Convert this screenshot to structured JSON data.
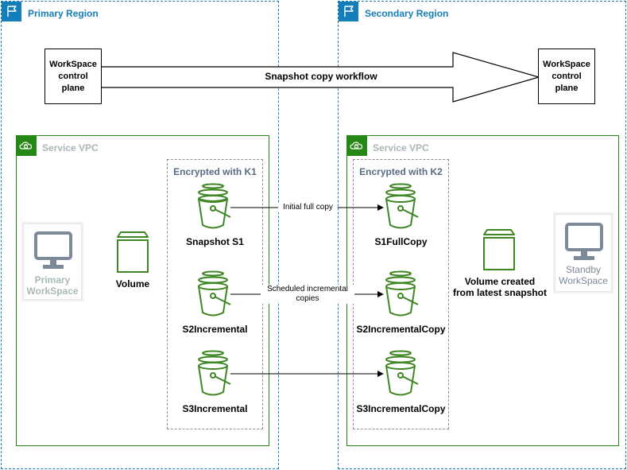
{
  "regions": {
    "primary": {
      "title": "Primary Region"
    },
    "secondary": {
      "title": "Secondary Region"
    }
  },
  "control_plane": {
    "primary": {
      "line1": "WorkSpace",
      "line2": "control",
      "line3": "plane"
    },
    "secondary": {
      "line1": "WorkSpace",
      "line2": "control",
      "line3": "plane"
    }
  },
  "workflow_arrow": {
    "label": "Snapshot copy workflow"
  },
  "vpcs": {
    "primary": {
      "title": "Service VPC"
    },
    "secondary": {
      "title": "Service VPC"
    }
  },
  "encryption": {
    "primary": {
      "title": "Encrypted with K1"
    },
    "secondary": {
      "title": "Encrypted with K2"
    }
  },
  "workspaces": {
    "primary": {
      "line1": "Primary",
      "line2": "WorkSpace"
    },
    "standby": {
      "line1": "Standby",
      "line2": "WorkSpace"
    }
  },
  "volumes": {
    "primary": {
      "label": "Volume"
    },
    "secondary": {
      "line1": "Volume created",
      "line2": "from latest snapshot"
    }
  },
  "snapshots": {
    "primary": [
      "Snapshot S1",
      "S2Incremental",
      "S3Incremental"
    ],
    "secondary": [
      "S1FullCopy",
      "S2IncrementalCopy",
      "S3IncrementalCopy"
    ]
  },
  "edges": {
    "initial": "Initial full copy",
    "scheduled_line1": "Scheduled incremental",
    "scheduled_line2": "copies"
  },
  "colors": {
    "region_border": "#147eba",
    "vpc_green": "#248814",
    "s3_green": "#3f8624",
    "workspace_gray": "#7d8998"
  }
}
